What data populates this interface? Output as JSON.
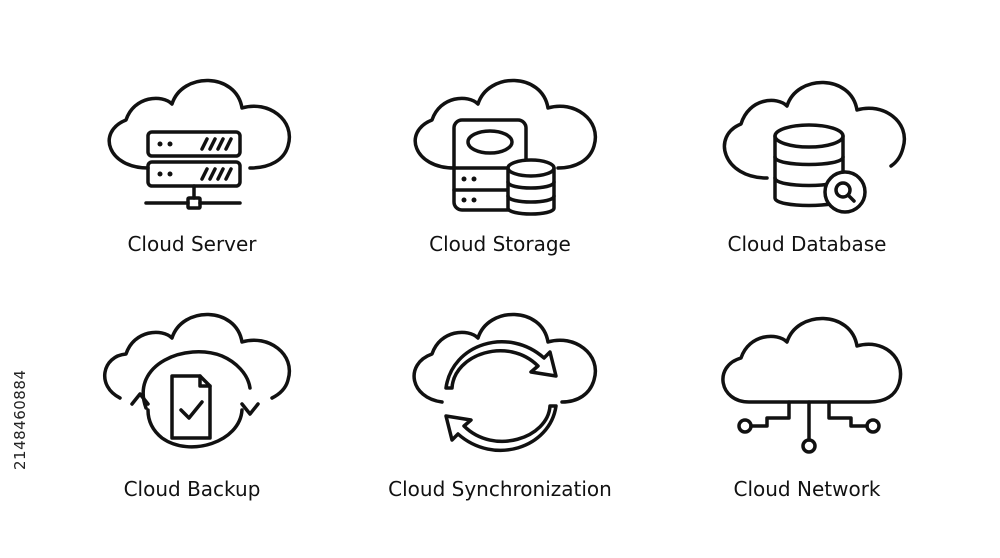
{
  "stock_id": "2148460884",
  "icons": [
    {
      "icon": "cloud-server-icon",
      "label": "Cloud Server"
    },
    {
      "icon": "cloud-storage-icon",
      "label": "Cloud Storage"
    },
    {
      "icon": "cloud-database-icon",
      "label": "Cloud Database"
    },
    {
      "icon": "cloud-backup-icon",
      "label": "Cloud Backup"
    },
    {
      "icon": "cloud-sync-icon",
      "label": "Cloud Synchronization"
    },
    {
      "icon": "cloud-network-icon",
      "label": "Cloud Network"
    }
  ],
  "colors": {
    "stroke": "#111111",
    "background": "#ffffff"
  }
}
